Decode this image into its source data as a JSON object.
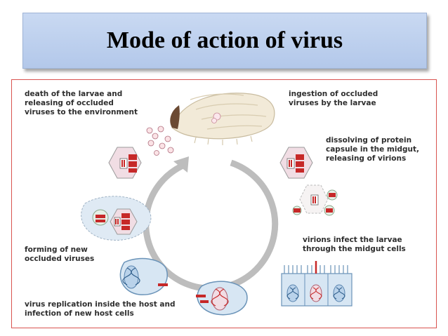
{
  "title": "Mode of action of virus",
  "labels": {
    "death": [
      "death of the larvae and",
      "releasing of occluded",
      "viruses to the environment"
    ],
    "ingestion": [
      "ingestion of occluded",
      "viruses by the larvae"
    ],
    "dissolving": [
      "dissolving of protein",
      "capsule in the midgut,",
      "releasing of virions"
    ],
    "infect": [
      "virions infect the larvae",
      "through the midgut cells"
    ],
    "forming": [
      "forming of new",
      "occluded viruses"
    ],
    "replication": [
      "virus replication inside the host and",
      "infection of new host cells"
    ]
  }
}
